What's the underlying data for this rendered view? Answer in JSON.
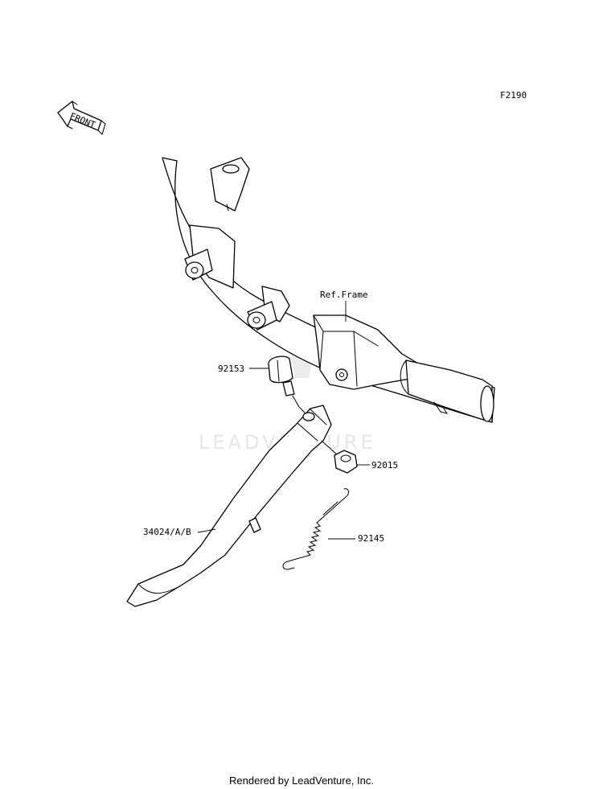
{
  "figure_code": "F2190",
  "front_label": "FRONT",
  "ref_label": "Ref.Frame",
  "watermark": "LEADVENTURE",
  "parts": [
    {
      "id": "p1",
      "number": "92153"
    },
    {
      "id": "p2",
      "number": "92015"
    },
    {
      "id": "p3",
      "number": "92145"
    },
    {
      "id": "p4",
      "number": "34024/A/B"
    }
  ],
  "footer": "Rendered by LeadVenture, Inc."
}
